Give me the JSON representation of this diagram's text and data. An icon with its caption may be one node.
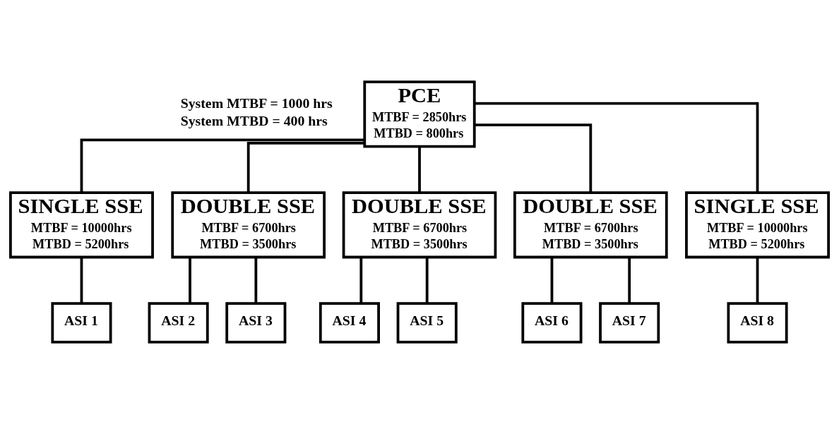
{
  "diagram": {
    "nodes": [
      {
        "text": [
          "PCE",
          "MTBF = 2850hrs",
          "MTBD = 800hrs"
        ]
      },
      {
        "text": [
          "SINGLE SSE",
          "MTBF = 10000hrs",
          "MTBD = 5200hrs"
        ]
      },
      {
        "text": [
          "DOUBLE SSE",
          "MTBF = 6700hrs",
          "MTBD = 3500hrs"
        ]
      },
      {
        "text": [
          "DOUBLE SSE",
          "MTBF = 6700hrs",
          "MTBD = 3500hrs"
        ]
      },
      {
        "text": [
          "DOUBLE SSE",
          "MTBF = 6700hrs",
          "MTBD = 3500hrs"
        ]
      },
      {
        "text": [
          "SINGLE SSE",
          "MTBF = 10000hrs",
          "MTBD = 5200hrs"
        ]
      },
      {
        "text": [
          "ASI 1"
        ]
      },
      {
        "text": [
          "ASI 2"
        ]
      },
      {
        "text": [
          "ASI 3"
        ]
      },
      {
        "text": [
          "ASI 4"
        ]
      },
      {
        "text": [
          "ASI 5"
        ]
      },
      {
        "text": [
          "ASI 6"
        ]
      },
      {
        "text": [
          "ASI 7"
        ]
      },
      {
        "text": [
          "ASI 8"
        ]
      }
    ],
    "edges": [
      {
        "from": 0,
        "to": 1,
        "arrow": "none"
      },
      {
        "from": 0,
        "to": 2,
        "arrow": "none"
      },
      {
        "from": 0,
        "to": 3,
        "arrow": "none"
      },
      {
        "from": 0,
        "to": 4,
        "arrow": "none"
      },
      {
        "from": 0,
        "to": 5,
        "arrow": "none"
      },
      {
        "from": 1,
        "to": 6,
        "arrow": "none"
      },
      {
        "from": 2,
        "to": 7,
        "arrow": "none"
      },
      {
        "from": 2,
        "to": 8,
        "arrow": "none"
      },
      {
        "from": 3,
        "to": 9,
        "arrow": "none"
      },
      {
        "from": 3,
        "to": 10,
        "arrow": "none"
      },
      {
        "from": 4,
        "to": 11,
        "arrow": "none"
      },
      {
        "from": 4,
        "to": 12,
        "arrow": "none"
      },
      {
        "from": 5,
        "to": 13,
        "arrow": "none"
      }
    ],
    "labels": [
      "System MTBF = 1000 hrs",
      "System MTBD = 400 hrs"
    ]
  }
}
